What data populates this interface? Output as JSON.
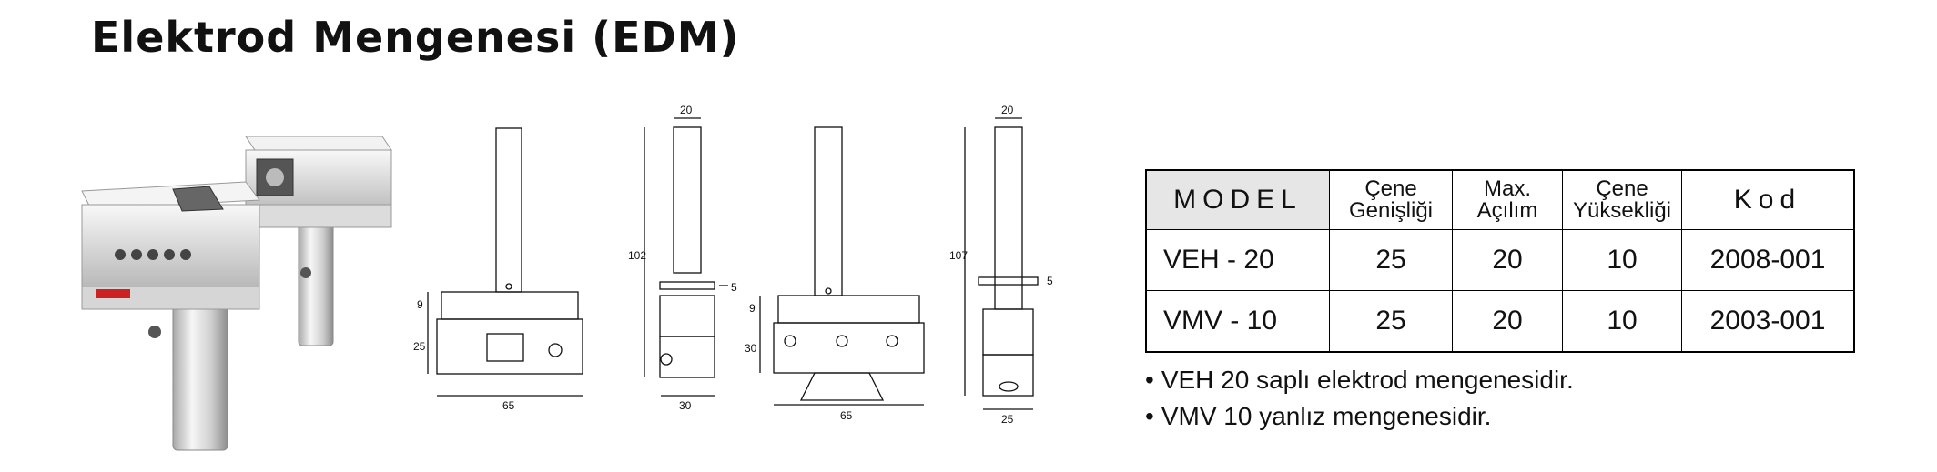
{
  "title": "Elektrod Mengenesi (EDM)",
  "drawing_dims": {
    "front_width": "65",
    "front_h_top": "9",
    "front_h_body": "25",
    "side_width": "30",
    "shaft_width": "20",
    "height_total": "102",
    "pin": "5",
    "v2_h_top": "9",
    "v2_h_body": "30",
    "v2_width": "65",
    "v2_shaft_width": "20",
    "v2_height_total": "107",
    "v2_pin": "5",
    "v2_side_width": "25"
  },
  "table": {
    "headers": {
      "model": "MODEL",
      "width_l1": "Çene",
      "width_l2": "Genişliği",
      "open_l1": "Max.",
      "open_l2": "Açılım",
      "height_l1": "Çene",
      "height_l2": "Yüksekliği",
      "kod": "Kod"
    },
    "rows": [
      {
        "model": "VEH - 20",
        "width": "25",
        "opening": "20",
        "height": "10",
        "kod": "2008-001"
      },
      {
        "model": "VMV - 10",
        "width": "25",
        "opening": "20",
        "height": "10",
        "kod": "2003-001"
      }
    ]
  },
  "notes": [
    "VEH 20 saplı elektrod mengenesidir.",
    "VMV 10 yanlız mengenesidir."
  ],
  "colors": {
    "header_gray": "#e6e6e6",
    "metal_light": "#eeeeee",
    "metal_dark": "#9a9a9a"
  }
}
